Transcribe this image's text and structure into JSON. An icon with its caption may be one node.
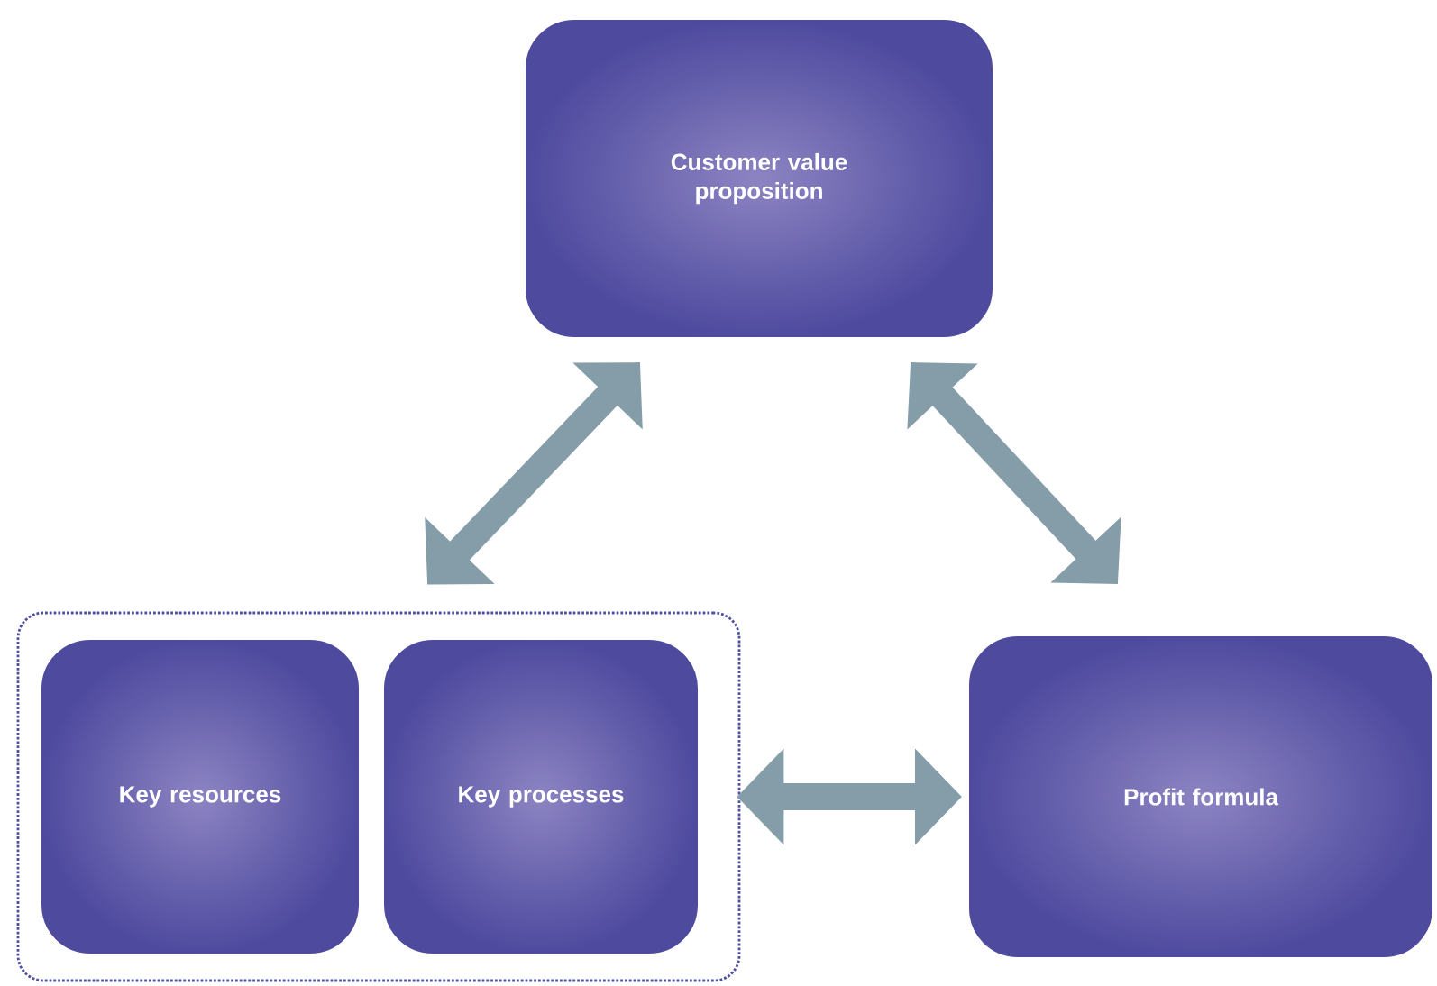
{
  "diagram": {
    "nodes": [
      {
        "text": [
          "Customer value proposition"
        ]
      },
      {
        "text": [],
        "shape": "box"
      },
      {
        "text": [
          "Key resources"
        ],
        "in": 1
      },
      {
        "text": [
          "Key processes"
        ],
        "in": 1
      },
      {
        "text": [
          "Profit formula"
        ]
      }
    ],
    "edges": [
      {
        "from": 0,
        "to": 1,
        "arrow": "both"
      },
      {
        "from": 0,
        "to": 4,
        "arrow": "both"
      },
      {
        "from": 1,
        "to": 4,
        "arrow": "both"
      }
    ]
  }
}
